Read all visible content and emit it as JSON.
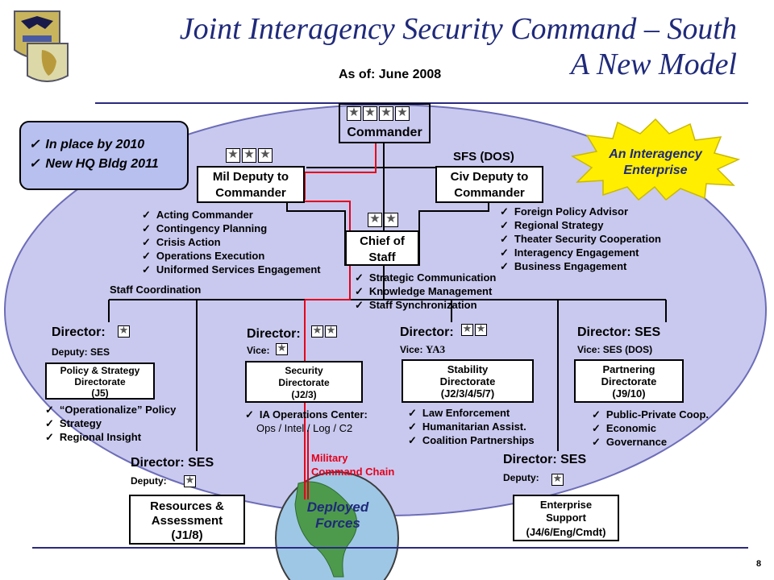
{
  "title": {
    "line1": "Joint Interagency Security Command – South",
    "line2": "A New Model"
  },
  "as_of": "As of:  June 2008",
  "page_number": "8",
  "status_box": {
    "items": [
      "In place by 2010",
      "New HQ Bldg 2011"
    ]
  },
  "burst": {
    "line1": "An Interagency",
    "line2": "Enterprise"
  },
  "commander": {
    "label": "Commander"
  },
  "sfs_label": "SFS (DOS)",
  "mil_deputy": {
    "line1": "Mil Deputy to",
    "line2": "Commander",
    "duties": [
      "Acting Commander",
      "Contingency Planning",
      "Crisis Action",
      "Operations Execution",
      "Uniformed Services Engagement"
    ]
  },
  "civ_deputy": {
    "line1": "Civ Deputy to",
    "line2": "Commander",
    "duties": [
      "Foreign Policy Advisor",
      "Regional Strategy",
      "Theater Security Cooperation",
      "Interagency Engagement",
      "Business Engagement"
    ]
  },
  "chief_of_staff": {
    "line1": "Chief of",
    "line2": "Staff",
    "duties": [
      "Strategic Communication",
      "Knowledge Management",
      "Staff Synchronization"
    ]
  },
  "staff_coordination": "Staff Coordination",
  "j5": {
    "director": "Director:",
    "deputy": "Deputy:   SES",
    "line1": "Policy & Strategy",
    "line2": "Directorate",
    "line3": "(J5)",
    "items": [
      "“Operationalize” Policy",
      "Strategy",
      "Regional Insight"
    ]
  },
  "j23": {
    "director": "Director:",
    "vice": "Vice:",
    "line1": "Security",
    "line2": "Directorate",
    "line3": "(J2/3)",
    "items": [
      "IA Operations Center:"
    ],
    "subtext": "Ops / Intel / Log / C2"
  },
  "stability": {
    "director": "Director:",
    "vice": "Vice:",
    "vice_value": "YA3",
    "line1": "Stability",
    "line2": "Directorate",
    "line3": "(J2/3/4/5/7)",
    "items": [
      "Law Enforcement",
      "Humanitarian Assist.",
      "Coalition Partnerships"
    ]
  },
  "partnering": {
    "director": "Director:  SES",
    "vice": "Vice:    SES (DOS)",
    "line1": "Partnering",
    "line2": "Directorate",
    "line3": "(J9/10)",
    "items": [
      "Public-Private Coop.",
      "Economic",
      "Governance"
    ]
  },
  "resources": {
    "director": "Director: SES",
    "deputy": "Deputy:",
    "line1": "Resources &",
    "line2": "Assessment",
    "line3": "(J1/8)"
  },
  "enterprise": {
    "director": "Director: SES",
    "deputy": "Deputy:",
    "line1": "Enterprise",
    "line2": "Support",
    "line3": "(J4/6/Eng/Cmdt)"
  },
  "military_chain": {
    "line1": "Military",
    "line2": "Command Chain"
  },
  "deployed": {
    "line1": "Deployed",
    "line2": "Forces"
  },
  "colors": {
    "ellipse": "#c9c9ef",
    "title": "#1f2a7a",
    "burst": "#ffee00",
    "burst_text": "#1f2a7a",
    "status_box": "#b8c0f0",
    "red_line": "#e3001b"
  }
}
